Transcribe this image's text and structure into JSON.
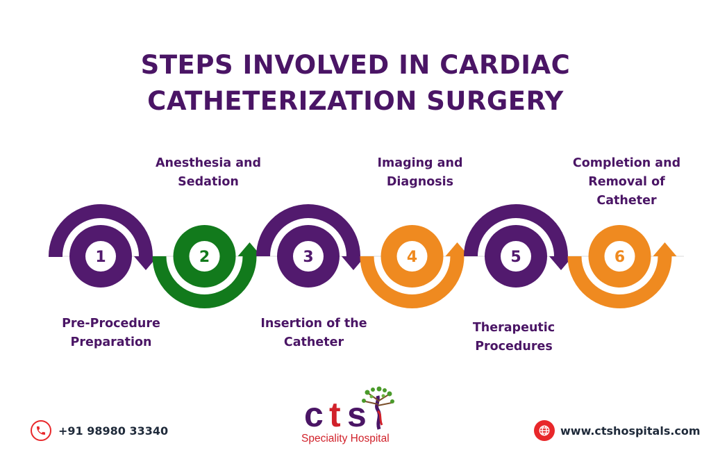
{
  "title": {
    "line1": "STEPS INVOLVED IN CARDIAC",
    "line2": "CATHETERIZATION SURGERY"
  },
  "steps": [
    {
      "number": "1",
      "color": "#521a6e",
      "label": [
        "Pre-Procedure",
        "Preparation"
      ]
    },
    {
      "number": "2",
      "color": "#127a1c",
      "label": [
        "Anesthesia and",
        "Sedation"
      ]
    },
    {
      "number": "3",
      "color": "#521a6e",
      "label": [
        "Insertion of the",
        "Catheter"
      ]
    },
    {
      "number": "4",
      "color": "#ef8a20",
      "label": [
        "Imaging and",
        "Diagnosis"
      ]
    },
    {
      "number": "5",
      "color": "#521a6e",
      "label": [
        "Therapeutic",
        "Procedures"
      ]
    },
    {
      "number": "6",
      "color": "#ef8a20",
      "label": [
        "Completion and",
        "Removal of",
        "Catheter"
      ]
    }
  ],
  "footer": {
    "phone": "+91 98980 33340",
    "phone_icon": "phone-icon",
    "website": "www.ctshospitals.com",
    "web_icon": "globe-icon",
    "logo_text": "cts",
    "logo_subtitle": "Speciality Hospital"
  },
  "colors": {
    "purple": "#521a6e",
    "green": "#127a1c",
    "orange": "#ef8a20",
    "title": "#4a1565",
    "accent_red": "#e8272a"
  }
}
